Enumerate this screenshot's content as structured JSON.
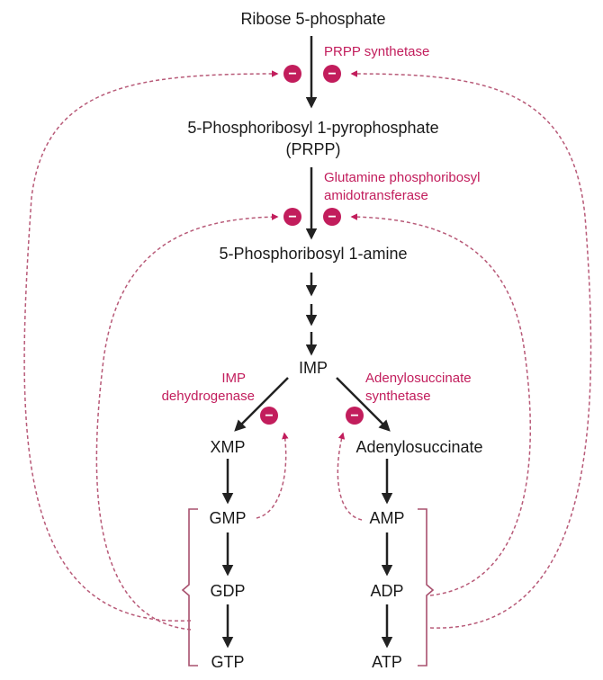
{
  "metabolites": {
    "ribose5p": "Ribose 5-phosphate",
    "prpp_line1": "5-Phosphoribosyl 1-pyrophosphate",
    "prpp_line2": "(PRPP)",
    "pra": "5-Phosphoribosyl 1-amine",
    "imp": "IMP",
    "xmp": "XMP",
    "gmp": "GMP",
    "gdp": "GDP",
    "gtp": "GTP",
    "adenylosuccinate": "Adenylosuccinate",
    "amp": "AMP",
    "adp": "ADP",
    "atp": "ATP"
  },
  "enzymes": {
    "prpp_synthetase": "PRPP synthetase",
    "gpat_line1": "Glutamine phosphoribosyl",
    "gpat_line2": "amidotransferase",
    "imp_dh_line1": "IMP",
    "imp_dh_line2": "dehydrogenase",
    "adsucc_line1": "Adenylosuccinate",
    "adsucc_line2": "synthetase"
  },
  "inhibition_symbol": "−",
  "colors": {
    "pathway": "#222222",
    "regulation": "#c21d5c",
    "feedback_line": "#b85a78",
    "bracket": "#a8506e"
  }
}
